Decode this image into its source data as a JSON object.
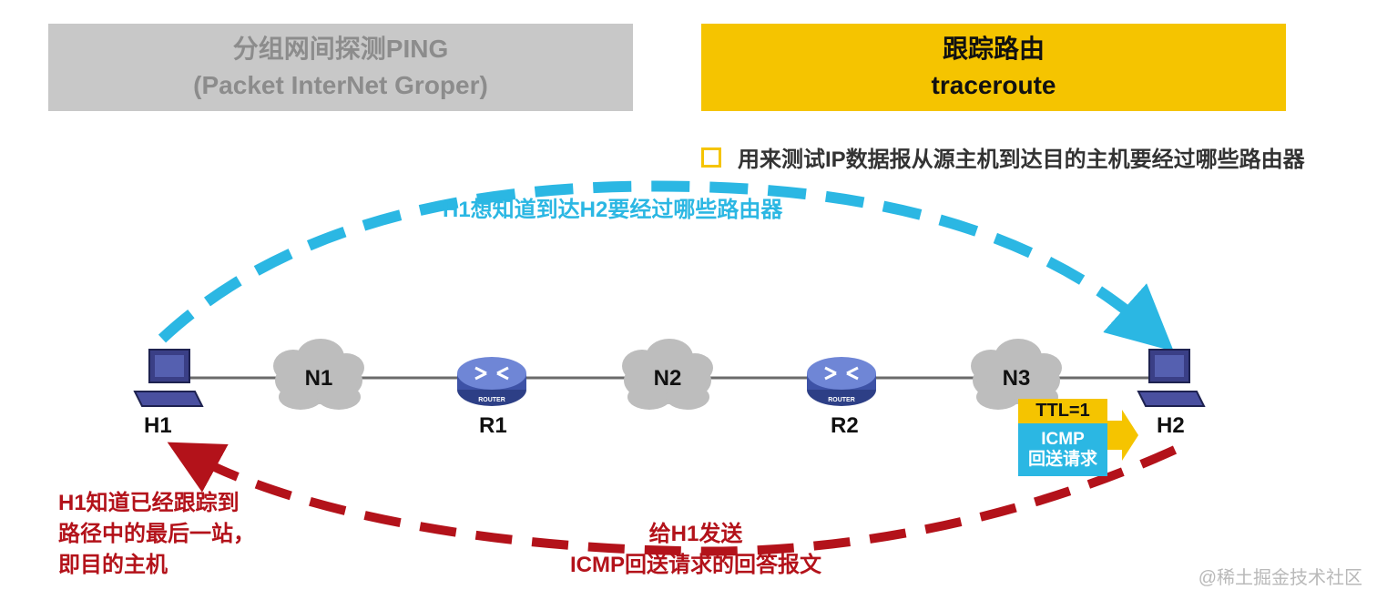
{
  "tabs": {
    "ping_line1": "分组网间探测PING",
    "ping_line2": "(Packet InterNet Groper)",
    "trace_line1": "跟踪路由",
    "trace_line2": "traceroute"
  },
  "bullet": "用来测试IP数据报从源主机到达目的主机要经过哪些路由器",
  "nodes": {
    "h1": "H1",
    "h2": "H2",
    "r1": "R1",
    "r2": "R2",
    "n1": "N1",
    "n2": "N2",
    "n3": "N3",
    "router_caption": "ROUTER"
  },
  "blue_caption": "H1想知道到达H2要经过哪些路由器",
  "packet": {
    "ttl": "TTL=1",
    "line1": "ICMP",
    "line2": "回送请求"
  },
  "red_left": [
    "H1知道已经跟踪到",
    "路径中的最后一站，",
    "即目的主机"
  ],
  "red_bottom": [
    "给H1发送",
    "ICMP回送请求的回答报文"
  ],
  "watermark": "@稀土掘金技术社区",
  "colors": {
    "blue": "#2bb7e3",
    "red": "#b3121a",
    "yellow": "#f5c400",
    "grey": "#c8c8c8"
  }
}
